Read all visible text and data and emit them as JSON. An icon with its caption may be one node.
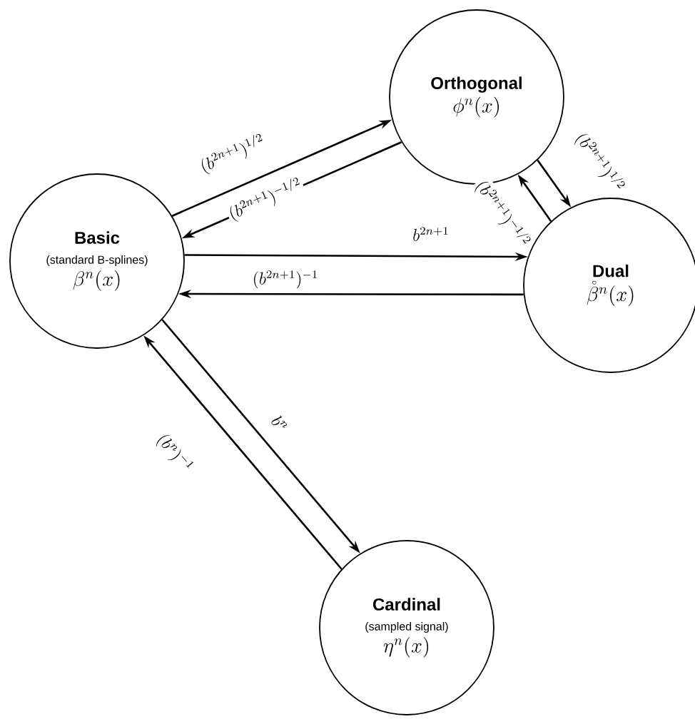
{
  "diagram": {
    "nodes": [
      {
        "text": [
          "Orthogonal",
          "\\phi^n(x)"
        ]
      },
      {
        "text": [
          "Basic",
          "(standard B-splines)",
          "\\beta^n(x)"
        ]
      },
      {
        "text": [
          "Dual",
          "\\mathring{\\beta}^n(x)"
        ]
      },
      {
        "text": [
          "Cardinal",
          "(sampled signal)",
          "\\eta^n(x)"
        ]
      }
    ],
    "edges": [
      {
        "from": 1,
        "to": 0,
        "arrow": "to",
        "label": "(b^{2n+1})^{1/2}"
      },
      {
        "from": 0,
        "to": 1,
        "arrow": "to",
        "label": "(b^{2n+1})^{-1/2}"
      },
      {
        "from": 0,
        "to": 2,
        "arrow": "to",
        "label": "(b^{2n+1})^{1/2}"
      },
      {
        "from": 2,
        "to": 0,
        "arrow": "to",
        "label": "(b^{2n+1})^{-1/2}"
      },
      {
        "from": 1,
        "to": 2,
        "arrow": "to",
        "label": "b^{2n+1}"
      },
      {
        "from": 2,
        "to": 1,
        "arrow": "to",
        "label": "(b^{2n+1})^{-1}"
      },
      {
        "from": 1,
        "to": 3,
        "arrow": "to",
        "label": "b^n"
      },
      {
        "from": 3,
        "to": 1,
        "arrow": "to",
        "label": "(b^n)^{-1}"
      }
    ]
  }
}
